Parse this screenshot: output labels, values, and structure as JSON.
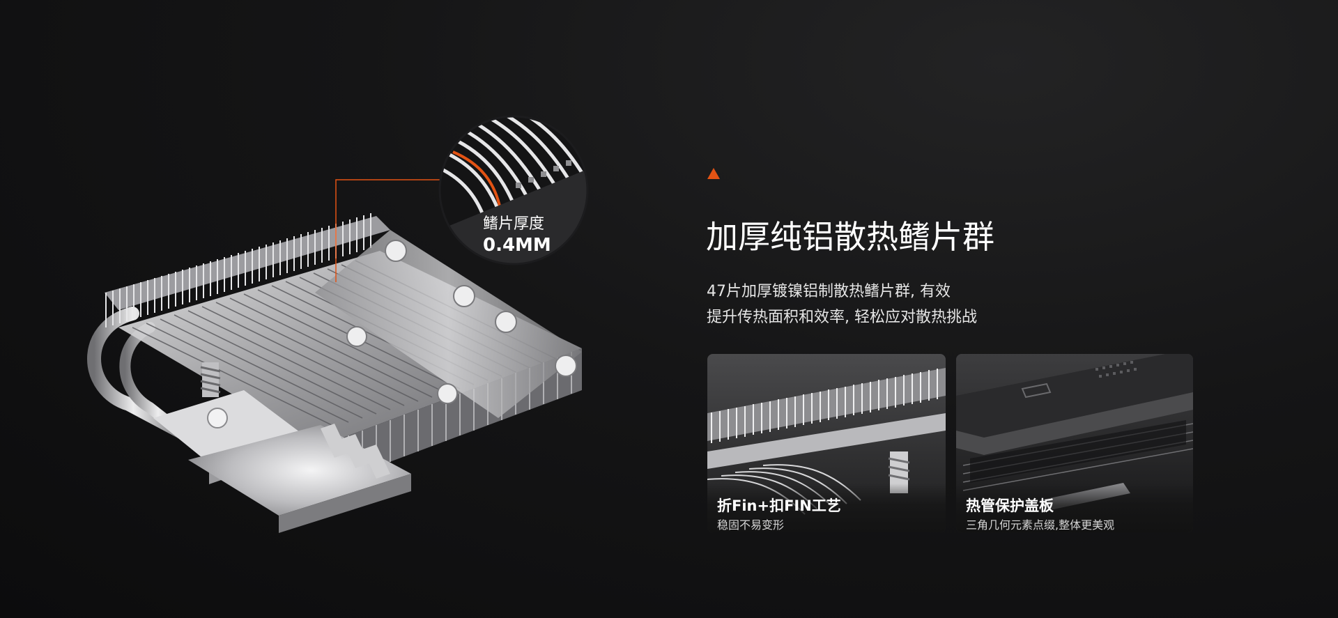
{
  "illustration": {
    "zoom_callout": {
      "label": "鳍片厚度",
      "value": "0.4MM"
    }
  },
  "feature": {
    "headline": "加厚纯铝散热鳍片群",
    "description_lines": [
      "47片加厚镀镍铝制散热鳍片群, 有效",
      "提升传热面积和效率, 轻松应对散热挑战"
    ]
  },
  "cards": [
    {
      "title": "折Fin+扣FIN工艺",
      "subtitle": "稳固不易变形"
    },
    {
      "title": "热管保护盖板",
      "subtitle": "三角几何元素点缀,整体更美观"
    }
  ],
  "colors": {
    "accent": "#e35314",
    "background": "#0e0e0f",
    "metal": "#c9c9cb"
  },
  "icons": {
    "accent_marker": "triangle-up-icon"
  }
}
